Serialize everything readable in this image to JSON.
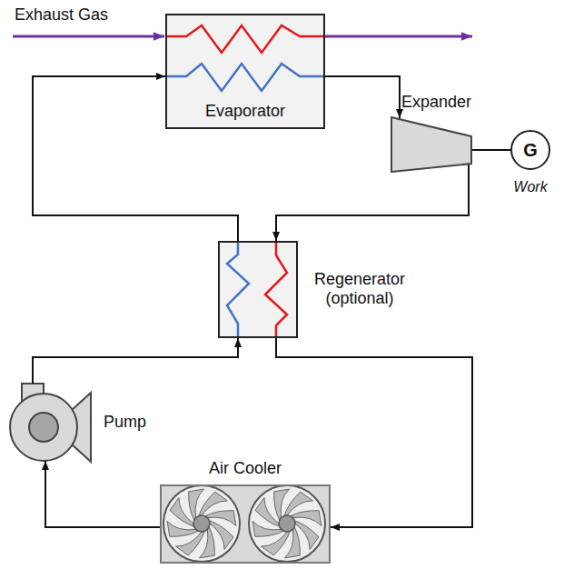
{
  "diagram": {
    "nodes": [
      {
        "text": [
          "Evaporator"
        ]
      },
      {
        "text": [
          "Expander"
        ]
      },
      {
        "text": [
          "G"
        ]
      },
      {
        "text": [
          "Regenerator (optional)"
        ]
      },
      {
        "text": [
          "Pump"
        ]
      },
      {
        "text": [
          "Air Cooler"
        ]
      }
    ],
    "edges": [
      {
        "from": 0,
        "to": 1,
        "arrow": "to"
      },
      {
        "from": 1,
        "to": 2,
        "arrow": "none"
      },
      {
        "from": 1,
        "to": 3,
        "arrow": "to"
      },
      {
        "from": 3,
        "to": 5,
        "arrow": "to"
      },
      {
        "from": 5,
        "to": 4,
        "arrow": "to"
      },
      {
        "from": 4,
        "to": 3,
        "arrow": "to"
      },
      {
        "from": 3,
        "to": 0,
        "arrow": "to"
      }
    ],
    "labels": [
      "Exhaust Gas",
      "Work"
    ]
  }
}
